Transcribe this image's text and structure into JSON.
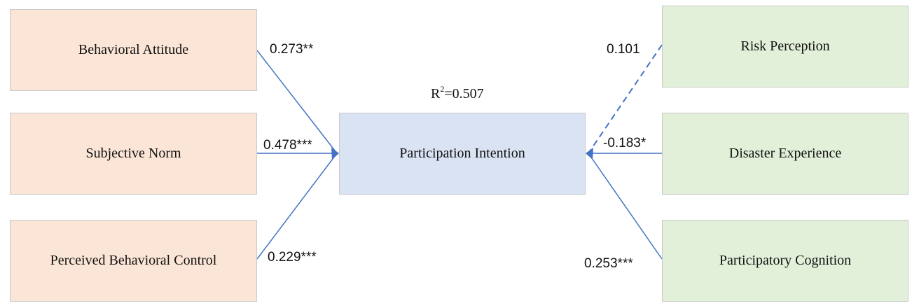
{
  "colors": {
    "left_fill": "#fbe5d6",
    "right_fill": "#e2f0d9",
    "center_fill": "#dae3f3",
    "line": "#4472c4"
  },
  "left_factors": [
    {
      "label": "Behavioral Attitude",
      "coefficient": "0.273**",
      "line_style": "solid"
    },
    {
      "label": "Subjective Norm",
      "coefficient": "0.478***",
      "line_style": "solid"
    },
    {
      "label": "Perceived Behavioral Control",
      "coefficient": "0.229***",
      "line_style": "solid"
    }
  ],
  "right_factors": [
    {
      "label": "Risk Perception",
      "coefficient": "0.101",
      "line_style": "dashed"
    },
    {
      "label": "Disaster Experience",
      "coefficient": "-0.183*",
      "line_style": "solid"
    },
    {
      "label": "Participatory Cognition",
      "coefficient": "0.253***",
      "line_style": "solid"
    }
  ],
  "center": {
    "label": "Participation Intention",
    "r2_symbol": "R",
    "r2_superscript": "2",
    "r2_value": "=0.507"
  }
}
